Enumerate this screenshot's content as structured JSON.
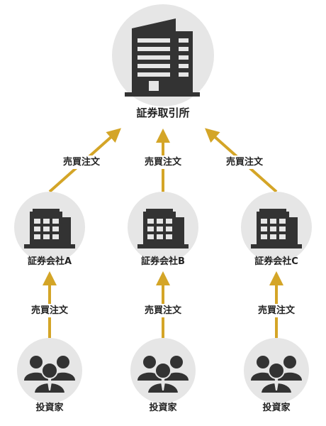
{
  "exchange": {
    "label": "証券取引所",
    "icon": "building-icon"
  },
  "order_label": "売買注文",
  "companies": [
    {
      "label": "証券会社A",
      "icon": "office-building-icon"
    },
    {
      "label": "証券会社B",
      "icon": "office-building-icon"
    },
    {
      "label": "証券会社C",
      "icon": "office-building-icon"
    }
  ],
  "investors": [
    {
      "label": "投資家",
      "icon": "investor-group-icon"
    },
    {
      "label": "投資家",
      "icon": "investor-group-icon"
    },
    {
      "label": "投資家",
      "icon": "investor-group-icon"
    }
  ],
  "colors": {
    "circle": "#e6e6e6",
    "icon": "#333333",
    "arrow": "#d4a527",
    "text": "#222222"
  }
}
